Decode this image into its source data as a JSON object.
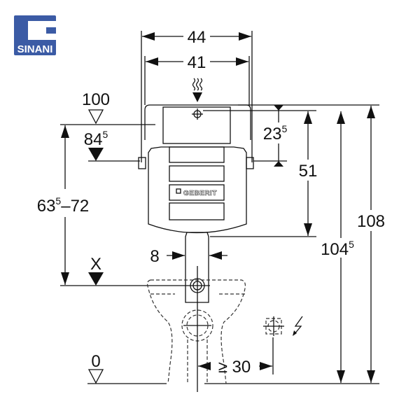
{
  "logo": {
    "text": "SINANI",
    "color": "#3b5ba5"
  },
  "product_brand": "GEBERIT",
  "dimensions": {
    "width_outer": "44",
    "width_inner": "41",
    "height_total": "108",
    "height_tank_top": {
      "main": "104",
      "sup": "5"
    },
    "tank_height": "51",
    "flush_offset": {
      "main": "23",
      "sup": "5"
    },
    "button_range": {
      "a": "63",
      "a_sup": "5",
      "b": "–72"
    },
    "pipe_width": "8",
    "socket_distance": "≥ 30"
  },
  "levels": {
    "top_ref": "100",
    "button_level": {
      "main": "84",
      "sup": "5"
    },
    "outlet_level": "X",
    "floor": "0"
  },
  "icons": [
    "water-flush-icon",
    "electric-socket-icon",
    "lightning-icon"
  ]
}
